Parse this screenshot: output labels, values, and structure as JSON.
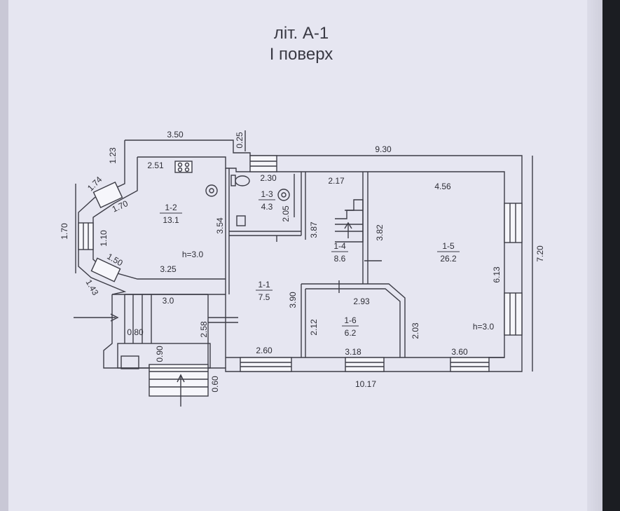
{
  "title": {
    "line1": "літ. А-1",
    "line2": "І поверх"
  },
  "colors": {
    "paper": "#e6e6f1",
    "wall": "#f6f6fb",
    "line": "#3c3c46",
    "background": "#1b1d22"
  },
  "rooms": {
    "r12": {
      "id": "1-2",
      "area": "13.1"
    },
    "r13": {
      "id": "1-3",
      "area": "4.3"
    },
    "r14": {
      "id": "1-4",
      "area": "8.6"
    },
    "r15": {
      "id": "1-5",
      "area": "26.2"
    },
    "r11": {
      "id": "1-1",
      "area": "7.5"
    },
    "r16": {
      "id": "1-6",
      "area": "6.2"
    }
  },
  "heights": {
    "left": "h=3.0",
    "right": "h=3.0"
  },
  "dimensions": {
    "d350": "3.50",
    "d025": "0.25",
    "d930": "9.30",
    "d123": "1.23",
    "d251": "2.51",
    "d230": "2.30",
    "d217": "2.17",
    "d456": "4.56",
    "d174": "1.74",
    "d170a": "1.70",
    "d170b": "1.70",
    "d110": "1.10",
    "d354": "3.54",
    "d205": "2.05",
    "d387": "3.87",
    "d382": "3.82",
    "d150": "1.50",
    "d325": "3.25",
    "d720": "7.20",
    "d613": "6.13",
    "d143": "1.43",
    "d30": "3.0",
    "d390": "3.90",
    "d293": "2.93",
    "d080": "0.80",
    "d258": "2.58",
    "d212": "2.12",
    "d203": "2.03",
    "d090": "0.90",
    "d260": "2.60",
    "d318": "3.18",
    "d360": "3.60",
    "d060": "0.60",
    "d1017": "10.17"
  }
}
